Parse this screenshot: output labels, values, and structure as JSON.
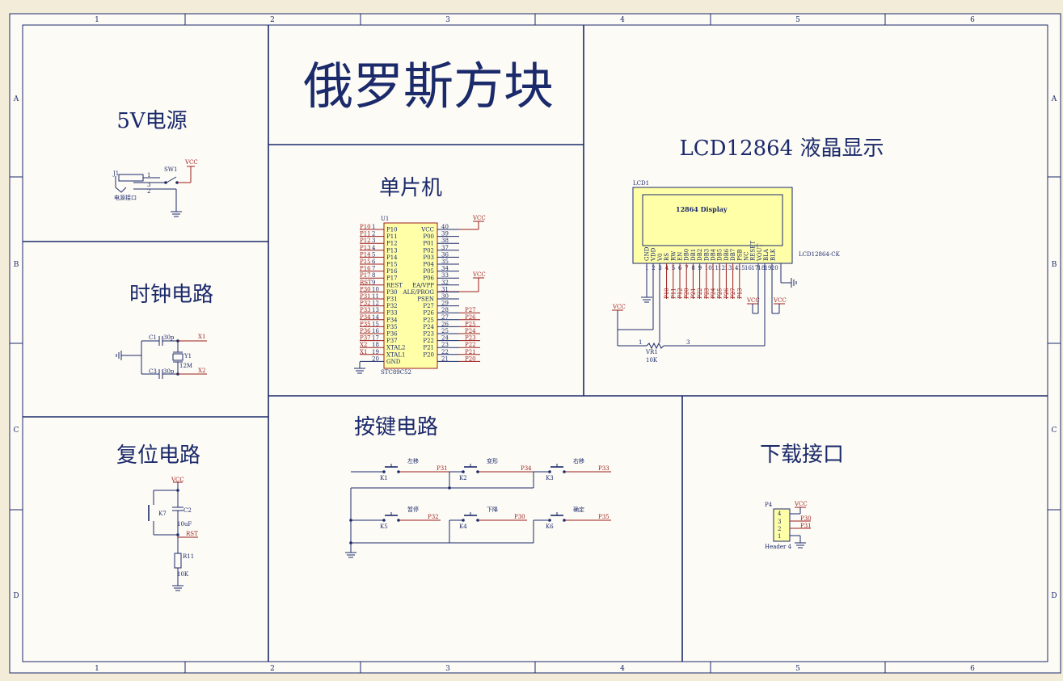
{
  "sheet": {
    "zone_cols": [
      "1",
      "2",
      "3",
      "4",
      "5",
      "6"
    ],
    "zone_rows": [
      "A",
      "B",
      "C",
      "D"
    ],
    "bg": "#fdfbf5",
    "ink": "#1b2a6b",
    "net_color": "#9b1c1c"
  },
  "titles": {
    "main": "俄罗斯方块",
    "power": "5V电源",
    "clock": "时钟电路",
    "reset": "复位电路",
    "mcu": "单片机",
    "lcd": "LCD12864 液晶显示",
    "keys": "按键电路",
    "download": "下载接口"
  },
  "power": {
    "j1": "J1",
    "sw1": "SW1",
    "vcc": "VCC",
    "jack_label": "电源接口",
    "pins": [
      "1",
      "3",
      "2"
    ]
  },
  "clock": {
    "c1": "C1",
    "c1_val": "30p",
    "c3": "C3",
    "c3_val": "30p",
    "y1": "Y1",
    "y1_val": "12M",
    "x1": "X1",
    "x2": "X2"
  },
  "reset": {
    "vcc": "VCC",
    "k7": "K7",
    "c2": "C2",
    "c2_val": "10uF",
    "rst": "RST",
    "r11": "R11",
    "r11_val": "10K"
  },
  "mcu": {
    "ref": "U1",
    "part": "STC89C52",
    "vcc": "VCC",
    "left_nets": [
      "P10",
      "P11",
      "P12",
      "P13",
      "P14",
      "P15",
      "P16",
      "P17",
      "RST",
      "P30",
      "P31",
      "P32",
      "P33",
      "P34",
      "P35",
      "P36",
      "P37",
      "X2",
      "X1",
      ""
    ],
    "left_nums": [
      "1",
      "2",
      "3",
      "4",
      "5",
      "6",
      "7",
      "8",
      "9",
      "10",
      "11",
      "12",
      "13",
      "14",
      "15",
      "16",
      "17",
      "18",
      "19",
      "20"
    ],
    "left_pins": [
      "P10",
      "P11",
      "P12",
      "P13",
      "P14",
      "P15",
      "P16",
      "P17",
      "REST",
      "P30",
      "P31",
      "P32",
      "P33",
      "P34",
      "P35",
      "P36",
      "P37",
      "XTAL2",
      "XTAL1",
      "GND"
    ],
    "right_pins": [
      "VCC",
      "P00",
      "P01",
      "P02",
      "P03",
      "P04",
      "P05",
      "P06",
      "EA/VPP",
      "ALE/PROG",
      "PSEN",
      "P27",
      "P26",
      "P25",
      "P24",
      "P23",
      "P22",
      "P21",
      "P20"
    ],
    "right_nums": [
      "40",
      "39",
      "38",
      "37",
      "36",
      "35",
      "34",
      "33",
      "32",
      "31",
      "30",
      "29",
      "28",
      "27",
      "26",
      "25",
      "24",
      "23",
      "22",
      "21"
    ],
    "right_nets": [
      "",
      "",
      "",
      "",
      "",
      "",
      "",
      "",
      "",
      "",
      "",
      "",
      "P27",
      "P26",
      "P25",
      "P24",
      "P23",
      "P22",
      "P21",
      "P20"
    ]
  },
  "lcd": {
    "ref": "LCD1",
    "display_text": "12864 Display",
    "part": "LCD12864-CK",
    "pins": [
      "GND",
      "VDD",
      "V0",
      "RS",
      "RW",
      "EN",
      "DB0",
      "DB1",
      "DB2",
      "DB3",
      "DB4",
      "DB5",
      "DB6",
      "DB7",
      "PSB",
      "NC",
      "RESET",
      "VOUT",
      "BLA",
      "BLK"
    ],
    "pin_nums": [
      "1",
      "2",
      "3",
      "4",
      "5",
      "6",
      "7",
      "8",
      "9",
      "10",
      "11",
      "12",
      "13",
      "14",
      "15",
      "16",
      "17",
      "18",
      "19",
      "20"
    ],
    "nets": [
      "",
      "",
      "",
      "P10",
      "P11",
      "P12",
      "P20",
      "P21",
      "P22",
      "P23",
      "P24",
      "P25",
      "P26",
      "P27",
      "P13",
      "",
      "",
      "",
      "",
      ""
    ],
    "vcc": "VCC",
    "vr1": "VR1",
    "vr1_val": "10K",
    "vr_pin1": "1",
    "vr_pin3": "3"
  },
  "keys": {
    "buttons": [
      {
        "ref": "K1",
        "label": "左移",
        "net": "P31"
      },
      {
        "ref": "K2",
        "label": "变形",
        "net": "P34"
      },
      {
        "ref": "K3",
        "label": "右移",
        "net": "P33"
      },
      {
        "ref": "K5",
        "label": "暂停",
        "net": "P32"
      },
      {
        "ref": "K4",
        "label": "下降",
        "net": "P30"
      },
      {
        "ref": "K6",
        "label": "确定",
        "net": "P35"
      }
    ]
  },
  "download": {
    "ref": "P4",
    "part": "Header 4",
    "vcc": "VCC",
    "pins": [
      "4",
      "3",
      "2",
      "1"
    ],
    "nets": [
      "P30",
      "P31"
    ]
  }
}
